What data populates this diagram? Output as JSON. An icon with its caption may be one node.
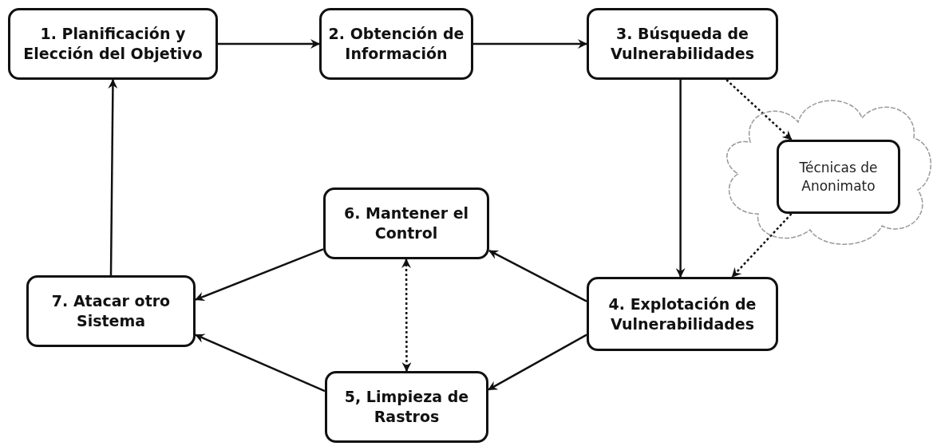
{
  "diagram": {
    "nodes": [
      {
        "text": [
          "1. Planificación y Elección del Objetivo"
        ]
      },
      {
        "text": [
          "2. Obtención de Información"
        ]
      },
      {
        "text": [
          "3. Búsqueda de Vulnerabilidades"
        ]
      },
      {
        "text": [],
        "shape": "cloud"
      },
      {
        "text": [
          "Técnicas de Anonimato"
        ],
        "in": 3
      },
      {
        "text": [
          "6. Mantener el Control"
        ]
      },
      {
        "text": [
          "7. Atacar otro Sistema"
        ]
      },
      {
        "text": [
          "4. Explotación de Vulnerabilidades"
        ]
      },
      {
        "text": [
          "5, Limpieza de Rastros"
        ]
      }
    ],
    "edges": [
      {
        "from": 0,
        "to": 1,
        "arrow": "to"
      },
      {
        "from": 1,
        "to": 2,
        "arrow": "to"
      },
      {
        "from": 2,
        "to": 7,
        "arrow": "to"
      },
      {
        "from": 2,
        "to": 4,
        "arrow": "to",
        "style": "dashed"
      },
      {
        "from": 4,
        "to": 7,
        "arrow": "to",
        "style": "dashed"
      },
      {
        "from": 7,
        "to": 5,
        "arrow": "to"
      },
      {
        "from": 7,
        "to": 8,
        "arrow": "to"
      },
      {
        "from": 5,
        "to": 6,
        "arrow": "to"
      },
      {
        "from": 8,
        "to": 6,
        "arrow": "to"
      },
      {
        "from": 5,
        "to": 8,
        "arrow": "both",
        "style": "dashed"
      },
      {
        "from": 6,
        "to": 0,
        "arrow": "to"
      }
    ]
  }
}
